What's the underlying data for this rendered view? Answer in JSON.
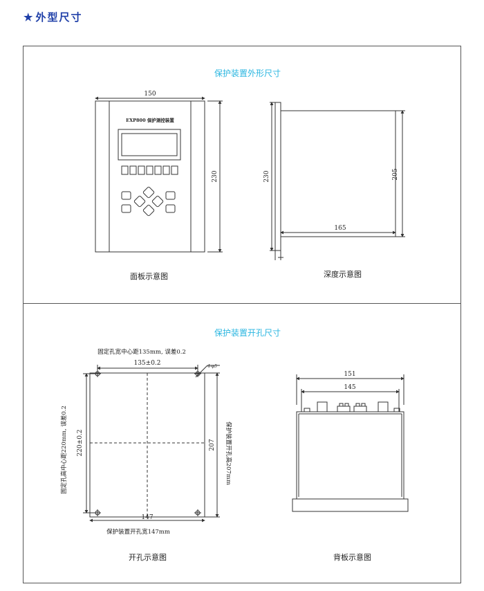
{
  "heading": {
    "star": "★",
    "text": "外型尺寸"
  },
  "section_outline": {
    "title": "保护装置外形尺寸",
    "front": {
      "caption": "面板示意图",
      "label": "EXP800  保护测控装置",
      "width_dim": "150",
      "height_dim": "230"
    },
    "side": {
      "caption": "深度示意图",
      "height_dim": "230",
      "inner_dim": "205",
      "depth_dim": "165"
    }
  },
  "section_cutout": {
    "title": "保护装置开孔尺寸",
    "cutout": {
      "caption": "开孔示意图",
      "note_top": "固定孔宽中心距135mm, 误差0.2",
      "width_center_dim": "135±0.2",
      "hole_dim": "4-φ5",
      "height_center_dim": "220±0.2",
      "note_left": "固定孔高中心距220mm, 误差0.2",
      "height_dim": "207",
      "note_right": "保护装置开孔高207mm",
      "width_dim": "147",
      "note_bottom": "保护装置开孔宽147mm"
    },
    "back": {
      "caption": "背板示意图",
      "outer_dim": "151",
      "inner_dim": "145"
    }
  }
}
